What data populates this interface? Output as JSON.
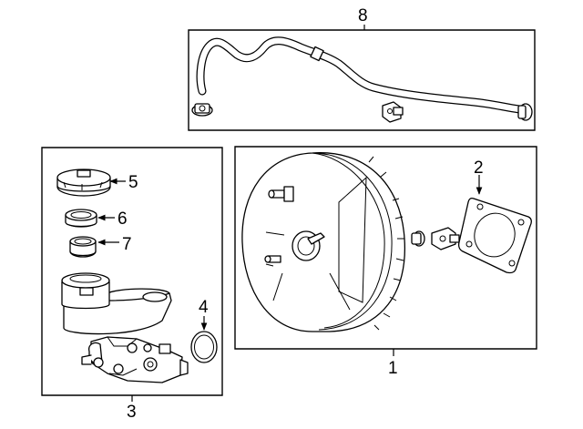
{
  "diagram": {
    "callouts": {
      "booster": "1",
      "gasket": "2",
      "master_cylinder": "3",
      "o_ring": "4",
      "reservoir_cap": "5",
      "filter": "6",
      "seal": "7",
      "vacuum_hose": "8"
    }
  }
}
